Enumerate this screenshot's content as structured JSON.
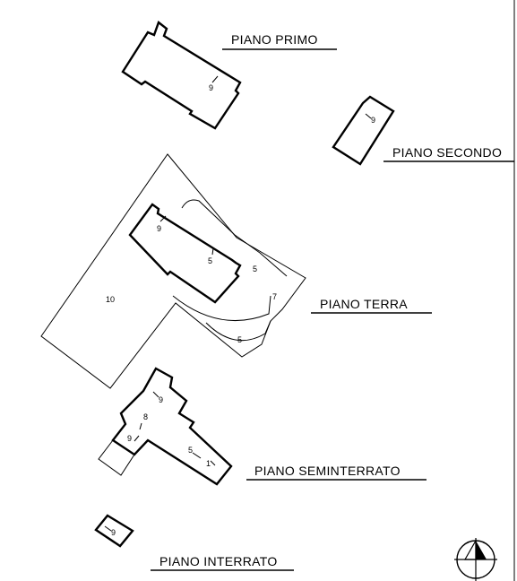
{
  "floors": {
    "primo": "PIANO  PRIMO",
    "secondo": "PIANO  SECONDO",
    "terra": "PIANO  TERRA",
    "seminterrato": "PIANO  SEMINTERRATO",
    "interrato": "PIANO  INTERRATO"
  },
  "unit_numbers": {
    "primo": "9",
    "secondo": "9",
    "terra_building_a": "9",
    "terra_building_b": "5",
    "terra_court": "5",
    "terra_ramp": "7",
    "terra_garden": "10",
    "terra_lower": "5",
    "semi_a": "9",
    "semi_b": "8",
    "semi_c": "9",
    "semi_d": "5",
    "semi_e": "1",
    "interrato": "9"
  }
}
